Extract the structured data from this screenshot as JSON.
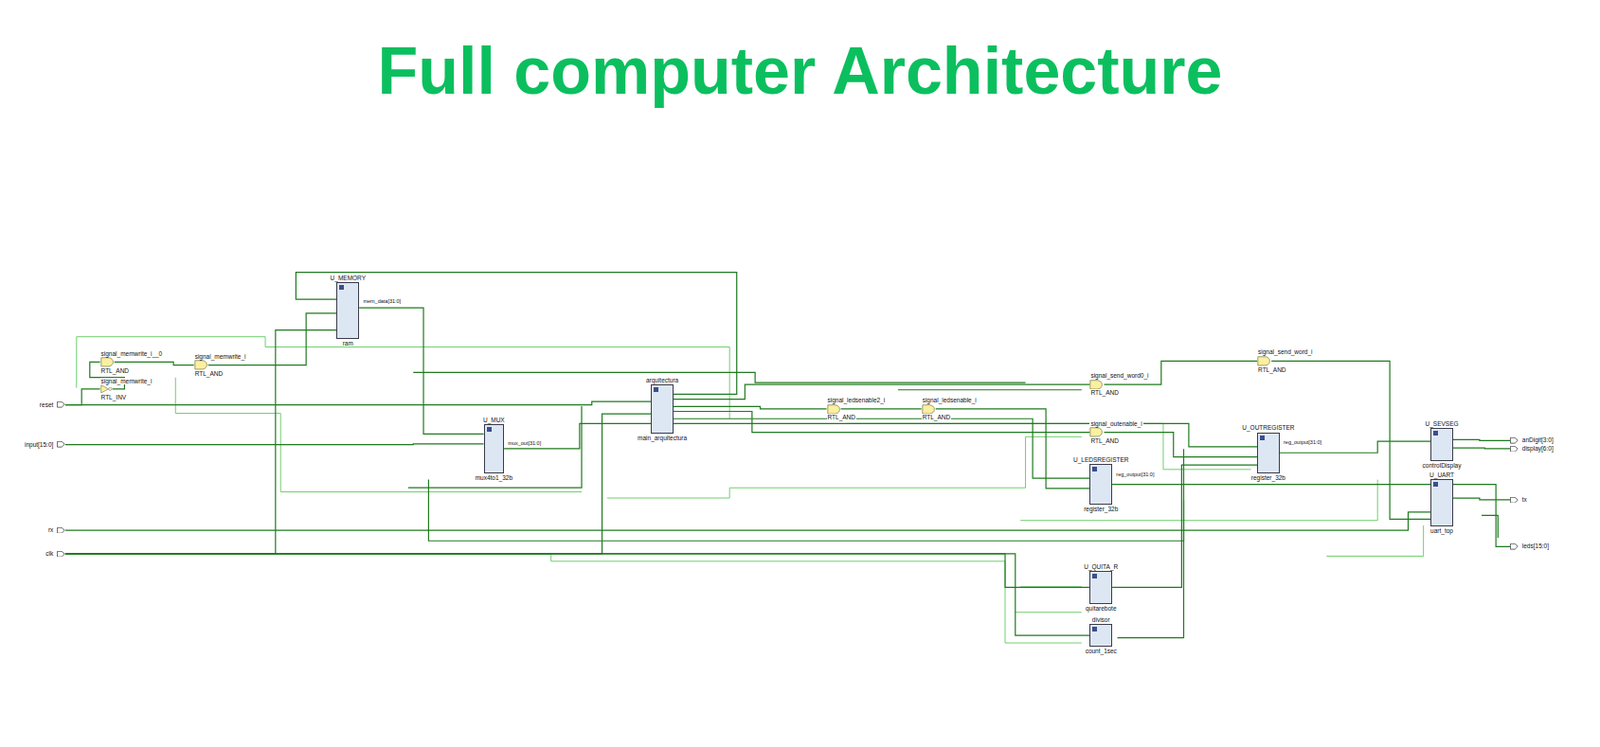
{
  "diagram": {
    "title": "Full computer Architecture",
    "nodes": [
      {
        "text": [
          "U_MEMORY",
          "ram"
        ]
      },
      {
        "text": [
          "signal_memwrite_i__0",
          "RTL_AND"
        ]
      },
      {
        "text": [
          "signal_memwrite_i",
          "RTL_AND"
        ]
      },
      {
        "text": [
          "signal_memwrite_i",
          "RTL_INV"
        ]
      },
      {
        "text": [
          "reset"
        ]
      },
      {
        "text": [
          "input[15:0]"
        ]
      },
      {
        "text": [
          "rx"
        ]
      },
      {
        "text": [
          "clk"
        ]
      },
      {
        "text": [
          "U_MUX",
          "mux4to1_32b"
        ]
      },
      {
        "text": [
          "arquitectura",
          "main_arquitectura"
        ]
      },
      {
        "text": [
          "signal_ledsenable2_i",
          "RTL_AND"
        ]
      },
      {
        "text": [
          "signal_ledsenable_i",
          "RTL_AND"
        ]
      },
      {
        "text": [
          "signal_send_word0_i",
          "RTL_AND"
        ]
      },
      {
        "text": [
          "signal_send_word_i",
          "RTL_AND"
        ]
      },
      {
        "text": [
          "signal_outenable_i",
          "RTL_AND"
        ]
      },
      {
        "text": [
          "U_LEDSREGISTER",
          "register_32b"
        ]
      },
      {
        "text": [
          "U_OUTREGISTER",
          "register_32b"
        ]
      },
      {
        "text": [
          "U_QUITA_R",
          "quitarebote"
        ]
      },
      {
        "text": [
          "divisor",
          "count_1sec"
        ]
      },
      {
        "text": [
          "U_SEVSEG",
          "controlDisplay"
        ]
      },
      {
        "text": [
          "U_UART",
          "uart_top"
        ]
      },
      {
        "text": [
          "anDigit[3:0]"
        ]
      },
      {
        "text": [
          "display[6:0]"
        ]
      },
      {
        "text": [
          "tx"
        ]
      },
      {
        "text": [
          "leds[15:0]"
        ]
      }
    ],
    "edges": [
      {
        "from": 0,
        "to": 8,
        "arrow": "none"
      },
      {
        "from": 5,
        "to": 8,
        "arrow": "none"
      },
      {
        "from": 8,
        "to": 9,
        "arrow": "none"
      },
      {
        "from": 9,
        "to": 0,
        "arrow": "none"
      },
      {
        "from": 4,
        "to": 9,
        "arrow": "none"
      },
      {
        "from": 7,
        "to": 9,
        "arrow": "none"
      },
      {
        "from": 7,
        "to": 0,
        "arrow": "none"
      },
      {
        "from": 9,
        "to": 10,
        "arrow": "none"
      },
      {
        "from": 10,
        "to": 11,
        "arrow": "none"
      },
      {
        "from": 11,
        "to": 15,
        "arrow": "none"
      },
      {
        "from": 9,
        "to": 12,
        "arrow": "none"
      },
      {
        "from": 12,
        "to": 13,
        "arrow": "none"
      },
      {
        "from": 13,
        "to": 20,
        "arrow": "none"
      },
      {
        "from": 9,
        "to": 14,
        "arrow": "none"
      },
      {
        "from": 14,
        "to": 16,
        "arrow": "none"
      },
      {
        "from": 9,
        "to": 15,
        "arrow": "none"
      },
      {
        "from": 9,
        "to": 16,
        "arrow": "none"
      },
      {
        "from": 15,
        "to": 24,
        "arrow": "none"
      },
      {
        "from": 16,
        "to": 19,
        "arrow": "none"
      },
      {
        "from": 19,
        "to": 21,
        "arrow": "none"
      },
      {
        "from": 19,
        "to": 22,
        "arrow": "none"
      },
      {
        "from": 20,
        "to": 23,
        "arrow": "none"
      },
      {
        "from": 6,
        "to": 20,
        "arrow": "none"
      },
      {
        "from": 7,
        "to": 17,
        "arrow": "none"
      },
      {
        "from": 7,
        "to": 18,
        "arrow": "none"
      },
      {
        "from": 17,
        "to": 16,
        "arrow": "none"
      },
      {
        "from": 1,
        "to": 2,
        "arrow": "none"
      },
      {
        "from": 2,
        "to": 0,
        "arrow": "none"
      },
      {
        "from": 4,
        "to": 3,
        "arrow": "none"
      },
      {
        "from": 3,
        "to": 1,
        "arrow": "none"
      }
    ],
    "labels": [
      "mem_data[31:0]",
      "mux_out[31:0]",
      "reg_output[31:0]",
      "reg_output[31:0]"
    ]
  }
}
